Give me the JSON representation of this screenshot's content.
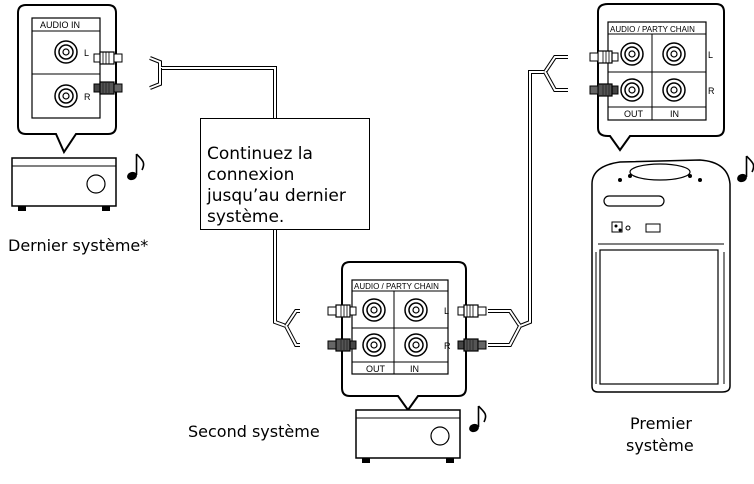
{
  "note": {
    "text": "Continuez la connexion jusqu’au dernier système."
  },
  "labels": {
    "last_system": "Dernier système*",
    "second_system": "Second système",
    "first_system_line1": "Premier",
    "first_system_line2": "système"
  },
  "panels": {
    "last": {
      "header": "AUDIO  IN",
      "left": "L",
      "right": "R"
    },
    "second": {
      "header": "AUDIO / PARTY CHAIN",
      "left": "L",
      "right": "R",
      "out": "OUT",
      "in": "IN"
    },
    "first": {
      "header": "AUDIO / PARTY CHAIN",
      "left": "L",
      "right": "R",
      "out": "OUT",
      "in": "IN"
    }
  },
  "icons": [
    "music-note-icon",
    "stereo-unit-icon",
    "speaker-system-icon"
  ]
}
